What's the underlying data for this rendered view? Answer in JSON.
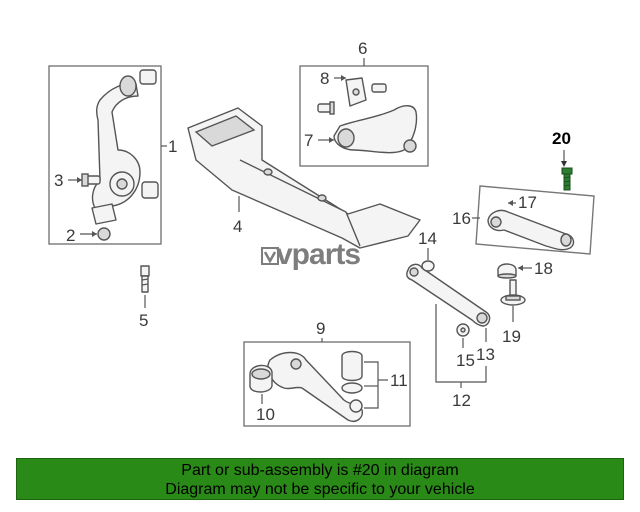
{
  "watermark": "vparts",
  "callouts": {
    "c1": "1",
    "c2": "2",
    "c3": "3",
    "c4": "4",
    "c5": "5",
    "c6": "6",
    "c7": "7",
    "c8": "8",
    "c9": "9",
    "c10": "10",
    "c11": "11",
    "c12": "12",
    "c13": "13",
    "c14": "14",
    "c15": "15",
    "c16": "16",
    "c17": "17",
    "c18": "18",
    "c19": "19",
    "c20": "20"
  },
  "highlight_color": "#1f7a12",
  "banner": {
    "line1": "Part or sub-assembly is #20 in diagram",
    "line2": "Diagram may not be specific to your vehicle",
    "background": "#2a8a17"
  }
}
